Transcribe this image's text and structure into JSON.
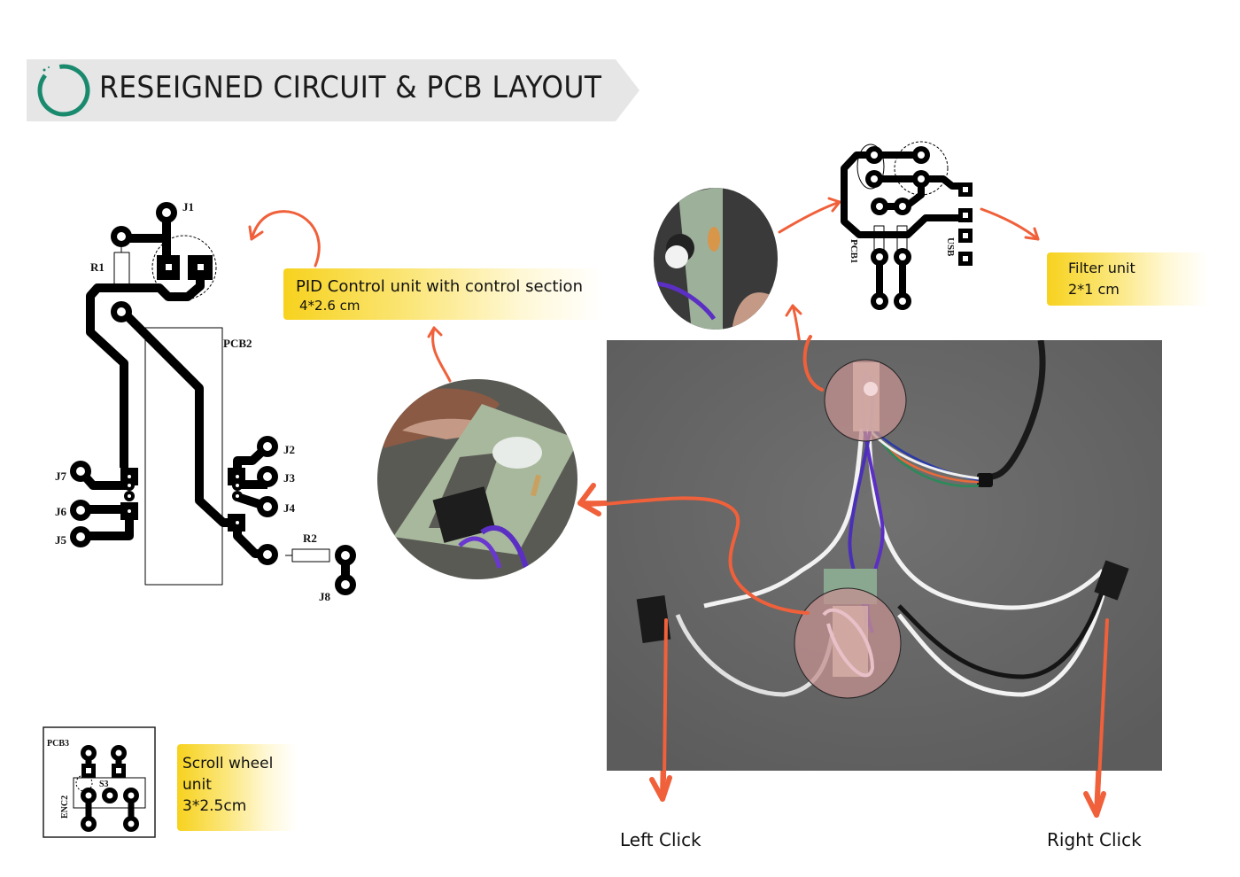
{
  "header": {
    "title": "RESEIGNED CIRCUIT & PCB LAYOUT",
    "logo_icon": "ring-icon",
    "accent_color": "#1a8a6e",
    "banner_color": "#e6e6e6"
  },
  "callouts": {
    "pid": {
      "line1": "PID Control unit with control section",
      "line2": "4*2.6 cm"
    },
    "filter": {
      "line1": "Filter unit",
      "line2": "2*1 cm"
    },
    "scroll": {
      "line1": "Scroll wheel",
      "line2": "unit",
      "line3": "3*2.5cm"
    }
  },
  "pcb2": {
    "board_label": "PCB2",
    "components": [
      "J1",
      "R1",
      "J2",
      "J3",
      "J4",
      "J5",
      "J6",
      "J7",
      "R2",
      "J8"
    ]
  },
  "pcb1": {
    "board_label": "PCB1",
    "connector_label": "USB"
  },
  "pcb3": {
    "board_label": "PCB3",
    "encoder_label": "ENC2",
    "switch_label": "S3"
  },
  "photo": {
    "labels": {
      "left": "Left Click",
      "right": "Right Click"
    }
  },
  "colors": {
    "arrow": "#f0603a",
    "highlight": "#f7d21e",
    "trace": "#000000",
    "photo_bg": "#6b6b6b"
  }
}
